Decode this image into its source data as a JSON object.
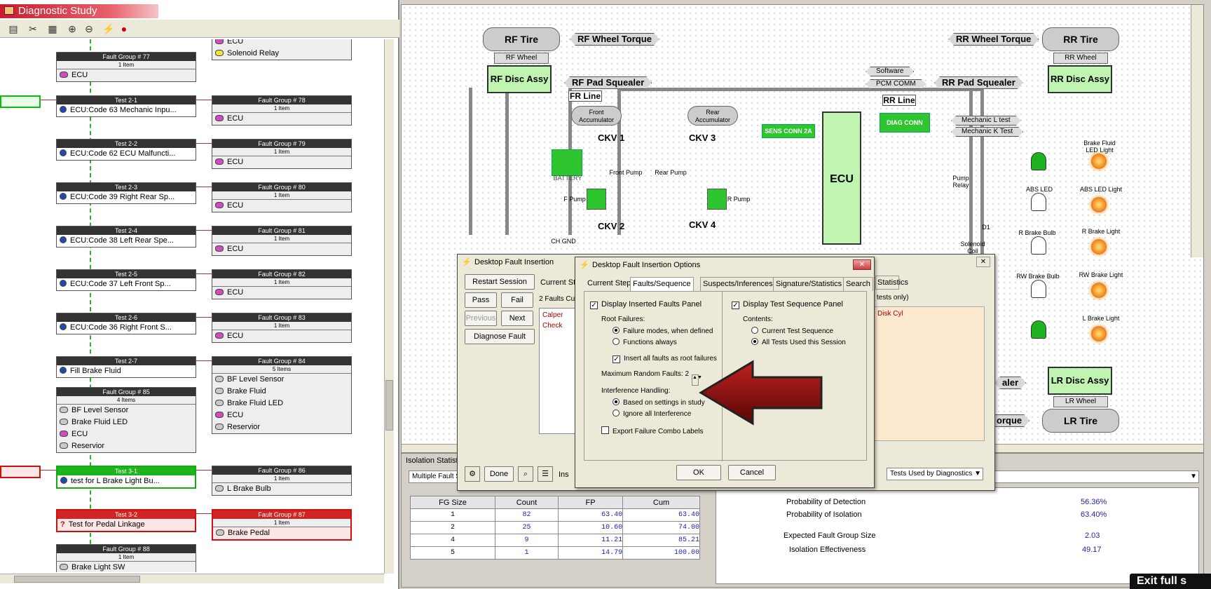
{
  "app": {
    "title": "Diagnostic Study"
  },
  "tree": {
    "nodes": [
      {
        "kind": "fault",
        "header": "Fault Group # 77",
        "sub": "1 Item",
        "items": [
          {
            "icon": "pink",
            "label": "ECU"
          }
        ]
      },
      {
        "kind": "fault",
        "header": "",
        "sub": "",
        "items": [
          {
            "icon": "pink",
            "label": "ECU"
          },
          {
            "icon": "yel",
            "label": "Solenoid Relay"
          }
        ]
      },
      {
        "kind": "test",
        "header": "Test 2-1",
        "label": "ECU:Code 63 Mechanic Inpu..."
      },
      {
        "kind": "fault",
        "header": "Fault Group # 78",
        "sub": "1 Item",
        "items": [
          {
            "icon": "pink",
            "label": "ECU"
          }
        ]
      },
      {
        "kind": "test",
        "header": "Test 2-2",
        "label": "ECU:Code 62 ECU Malfuncti..."
      },
      {
        "kind": "fault",
        "header": "Fault Group # 79",
        "sub": "1 Item",
        "items": [
          {
            "icon": "pink",
            "label": "ECU"
          }
        ]
      },
      {
        "kind": "test",
        "header": "Test 2-3",
        "label": "ECU:Code 39 Right Rear Sp..."
      },
      {
        "kind": "fault",
        "header": "Fault Group # 80",
        "sub": "1 Item",
        "items": [
          {
            "icon": "pink",
            "label": "ECU"
          }
        ]
      },
      {
        "kind": "test",
        "header": "Test 2-4",
        "label": "ECU:Code 38 Left Rear Spe..."
      },
      {
        "kind": "fault",
        "header": "Fault Group # 81",
        "sub": "1 Item",
        "items": [
          {
            "icon": "pink",
            "label": "ECU"
          }
        ]
      },
      {
        "kind": "test",
        "header": "Test 2-5",
        "label": "ECU:Code 37 Left Front Sp..."
      },
      {
        "kind": "fault",
        "header": "Fault Group # 82",
        "sub": "1 Item",
        "items": [
          {
            "icon": "pink",
            "label": "ECU"
          }
        ]
      },
      {
        "kind": "test",
        "header": "Test 2-6",
        "label": "ECU:Code 36 Right Front S..."
      },
      {
        "kind": "fault",
        "header": "Fault Group # 83",
        "sub": "1 Item",
        "items": [
          {
            "icon": "pink",
            "label": "ECU"
          }
        ]
      },
      {
        "kind": "test",
        "header": "Test 2-7",
        "label": "Fill Brake Fluid"
      },
      {
        "kind": "fault",
        "header": "Fault Group # 84",
        "sub": "5 Items",
        "items": [
          {
            "icon": "gray",
            "label": "BF Level Sensor"
          },
          {
            "icon": "gray",
            "label": "Brake Fluid"
          },
          {
            "icon": "gray",
            "label": "Brake Fluid LED"
          },
          {
            "icon": "pink",
            "label": "ECU"
          },
          {
            "icon": "gray",
            "label": "Reservior"
          }
        ]
      },
      {
        "kind": "fault",
        "header": "Fault Group # 85",
        "sub": "4 Items",
        "items": [
          {
            "icon": "gray",
            "label": "BF Level Sensor"
          },
          {
            "icon": "gray",
            "label": "Brake Fluid LED"
          },
          {
            "icon": "pink",
            "label": "ECU"
          },
          {
            "icon": "gray",
            "label": "Reservior"
          }
        ]
      },
      {
        "kind": "test",
        "header": "Test 3-1",
        "label": "test for L Brake Light Bu..."
      },
      {
        "kind": "fault",
        "header": "Fault Group # 86",
        "sub": "1 Item",
        "items": [
          {
            "icon": "gray",
            "label": "L Brake Bulb"
          }
        ]
      },
      {
        "kind": "test",
        "header": "Test 3-2",
        "label": "Test for Pedal Linkage"
      },
      {
        "kind": "fault",
        "header": "Fault Group # 87",
        "sub": "1 Item",
        "items": [
          {
            "icon": "gray",
            "label": "Brake Pedal"
          }
        ]
      },
      {
        "kind": "fault",
        "header": "Fault Group # 88",
        "sub": "1 Item",
        "items": [
          {
            "icon": "gray",
            "label": "Brake Light SW"
          }
        ]
      }
    ]
  },
  "diagram": {
    "rf_tire": "RF Tire",
    "rf_wheel": "RF Wheel",
    "rf_disc": "RF Disc Assy",
    "rf_torque": "RF Wheel Torque",
    "rf_squeal": "RF Pad Squealer",
    "fr_line": "FR Line",
    "rr_tire": "RR Tire",
    "rr_wheel": "RR Wheel",
    "rr_disc": "RR Disc Assy",
    "rr_torque": "RR Wheel Torque",
    "rr_squeal": "RR Pad Squealer",
    "rr_line": "RR Line",
    "lr_tire": "LR Tire",
    "lr_wheel": "LR Wheel",
    "lr_disc": "LR Disc Assy",
    "lr_torque": "orque",
    "lr_squeal": "aler",
    "software": "Software",
    "pcm": "PCM COMM",
    "front_acc": "Front Accumulator",
    "rear_acc": "Rear Accumulator",
    "ckv1": "CKV 1",
    "ckv2": "CKV 2",
    "ckv3": "CKV 3",
    "ckv4": "CKV 4",
    "sens_conn": "SENS CONN 2A",
    "diag_conn": "DIAG CONN",
    "mech_ltest": "Mechanic L test",
    "mech_ktest": "Mechanic K Test",
    "ecu": "ECU",
    "battery": "BATTERY",
    "ch_gnd": "CH GND",
    "f_pump": "F Pump",
    "r_pump": "R Pump",
    "front_pump": "Front Pump",
    "rear_pump": "Rear Pump",
    "pump_relay": "Pump Relay",
    "solenoid_coil": "Solenoid Coil",
    "d1": "D1",
    "lamps": [
      "Brake Fluid LED Light",
      "ABS LED Light",
      "R Brake Light",
      "RW Brake Light",
      "L Brake Light"
    ],
    "bulbs": [
      "ABS LED",
      "R Brake Bulb",
      "RW Brake Bulb"
    ]
  },
  "insertion": {
    "title": "Desktop Fault Insertion",
    "restart": "Restart Session",
    "pass": "Pass",
    "fail": "Fail",
    "previous": "Previous",
    "next": "Next",
    "diagnose": "Diagnose Fault",
    "done": "Done",
    "ins": "Ins",
    "tab_current": "Current Ste",
    "faults_label": "2 Faults Cur",
    "items": [
      "Calper",
      "Check"
    ],
    "tab_statistics": "Statistics",
    "tests_only": "tests only)",
    "disk_cyl": "Disk Cyl",
    "dropdown": "Tests Used by Diagnostics"
  },
  "options": {
    "title": "Desktop Fault Insertion Options",
    "tabs": [
      "Current Step",
      "Faults/Sequence",
      "Suspects/Inferences",
      "Signature/Statistics",
      "Search"
    ],
    "display_faults": "Display Inserted Faults Panel",
    "root_failures": "Root Failures:",
    "failure_modes": "Failure modes, when defined",
    "functions_always": "Functions always",
    "insert_all": "Insert all faults as root failures",
    "max_random": "Maximum Random Faults:",
    "max_random_value": "2",
    "interference": "Interference Handling:",
    "based_on": "Based on settings in study",
    "ignore_all": "Ignore all Interference",
    "export_labels": "Export Failure Combo Labels",
    "display_seq": "Display Test Sequence Panel",
    "contents": "Contents:",
    "current_seq": "Current Test Sequence",
    "all_tests": "All Tests Used this Session",
    "ok": "OK",
    "cancel": "Cancel"
  },
  "stats": {
    "label": "Isolation Statistic",
    "select": "Multiple Fault S",
    "columns": [
      "FG Size",
      "Count",
      "FP",
      "Cum"
    ],
    "rows": [
      [
        "1",
        "82",
        "63.40",
        "63.40"
      ],
      [
        "2",
        "25",
        "10.60",
        "74.00"
      ],
      [
        "4",
        "9",
        "11.21",
        "85.21"
      ],
      [
        "5",
        "1",
        "14.79",
        "100.00"
      ]
    ],
    "metrics": [
      [
        "Probability of Detection",
        "56.36%"
      ],
      [
        "Probability of Isolation",
        "63.40%"
      ],
      [
        "Expected Fault Group Size",
        "2.03"
      ],
      [
        "Isolation Effectiveness",
        "49.17"
      ]
    ]
  },
  "overlay": {
    "exit": "Exit full s"
  }
}
